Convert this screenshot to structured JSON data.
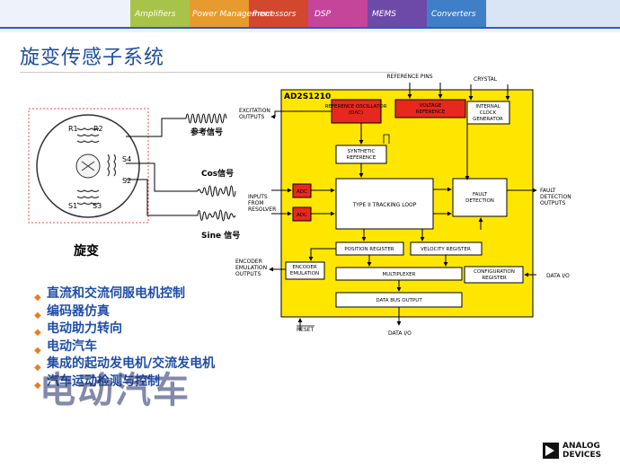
{
  "banner": {
    "words": [
      "Amplifiers",
      "Power Management",
      "Processors",
      "DSP",
      "MEMS",
      "Converters"
    ]
  },
  "title": "旋变传感子系统",
  "resolver": {
    "label": "旋变",
    "coil_labels": {
      "r1": "R1",
      "r2": "R2",
      "s1": "S1",
      "s2": "S2",
      "s3": "S3",
      "s4": "S4"
    },
    "ref_signal": "参考信号",
    "cos_signal": "Cos信号",
    "sin_signal": "Sine 信号"
  },
  "chip": {
    "name": "AD2S1210",
    "pins": {
      "reference_pins": "REFERENCE PINS",
      "crystal": "CRYSTAL",
      "excitation_outputs": "EXCITATION OUTPUTS",
      "inputs_from_resolver": "INPUTS FROM RESOLVER",
      "encoder_emulation_outputs": "ENCODER EMULATION OUTPUTS",
      "fault_detection_outputs": "FAULT DETECTION OUTPUTS",
      "data_io_right": "DATA I/O",
      "data_io_bottom": "DATA I/O",
      "reset": "RESET"
    },
    "blocks": {
      "ref_osc": "REFERENCE OSCILLATOR (DAC)",
      "voltage_ref": "VOLTAGE REFERENCE",
      "clock_gen": "INTERNAL CLOCK GENERATOR",
      "synthetic_ref": "SYNTHETIC REFERENCE",
      "adc1": "ADC",
      "adc2": "ADC",
      "tracking_loop": "TYPE II TRACKING LOOP",
      "fault_detection": "FAULT DETECTION",
      "position_reg": "POSITION REGISTER",
      "velocity_reg": "VELOCITY REGISTER",
      "encoder_emulation": "ENCODER EMULATION",
      "multiplexer": "MULTIPLEXER",
      "config_reg": "CONFIGURATION REGISTER",
      "data_bus": "DATA BUS OUTPUT"
    }
  },
  "bullets": [
    "直流和交流伺服电机控制",
    "编码器仿真",
    "电动助力转向",
    "电动汽车",
    "集成的起动发电机/交流发电机",
    "汽车运动检测与控制"
  ],
  "watermark": "电动汽车",
  "logo": {
    "line1": "ANALOG",
    "line2": "DEVICES"
  },
  "colors": {
    "chip": "#ffe600",
    "block_red": "#e8281e",
    "title": "#1f4e9c",
    "bullet": "#e87f1d"
  }
}
